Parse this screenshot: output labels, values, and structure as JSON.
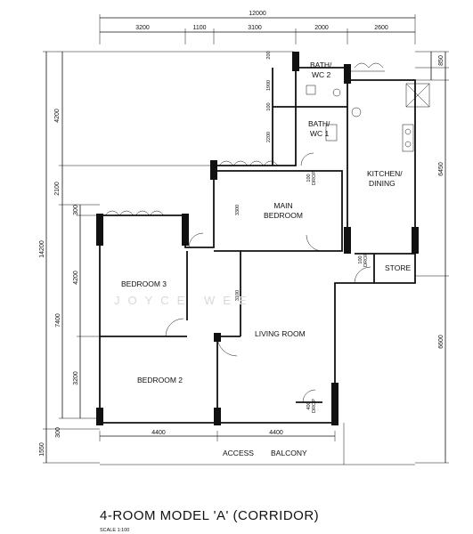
{
  "dimensions": {
    "top_total": "12000",
    "top_segments": [
      "3200",
      "1100",
      "3100",
      "2000",
      "2600"
    ],
    "left_total": "14200",
    "left_upper": [
      "4200",
      "2100"
    ],
    "left_lower": [
      "300",
      "4200",
      "7400",
      "3200",
      "300"
    ],
    "left_bottom": "1550",
    "right_segments": [
      "850",
      "6450",
      "6600"
    ],
    "bottom_segments": [
      "4400",
      "4400"
    ],
    "inner": {
      "bath2_a": "200",
      "bath2_b": "1900",
      "bath1_a": "100",
      "bath1_b": "2200",
      "bed_main": "3300",
      "living": "3100"
    }
  },
  "rooms": {
    "bath_wc_2": [
      "BATH/",
      "WC 2"
    ],
    "bath_wc_1": [
      "BATH/",
      "WC 1"
    ],
    "kitchen": [
      "KITCHEN/",
      "DINING"
    ],
    "main_bedroom": [
      "MAIN",
      "BEDROOM"
    ],
    "bedroom3": "BEDROOM 3",
    "bedroom2": "BEDROOM 2",
    "living_room": "LIVING ROOM",
    "store": "STORE"
  },
  "annotations": {
    "drop1": [
      "100",
      "DROP"
    ],
    "drop2": [
      "100",
      "DROP"
    ],
    "drop3": [
      "400",
      "DROP"
    ],
    "access_balcony": "ACCESS",
    "balcony": "BALCONY"
  },
  "watermark": "JOYCE WEE",
  "title": "4-ROOM MODEL 'A' (CORRIDOR)",
  "scale": "SCALE  1:100"
}
